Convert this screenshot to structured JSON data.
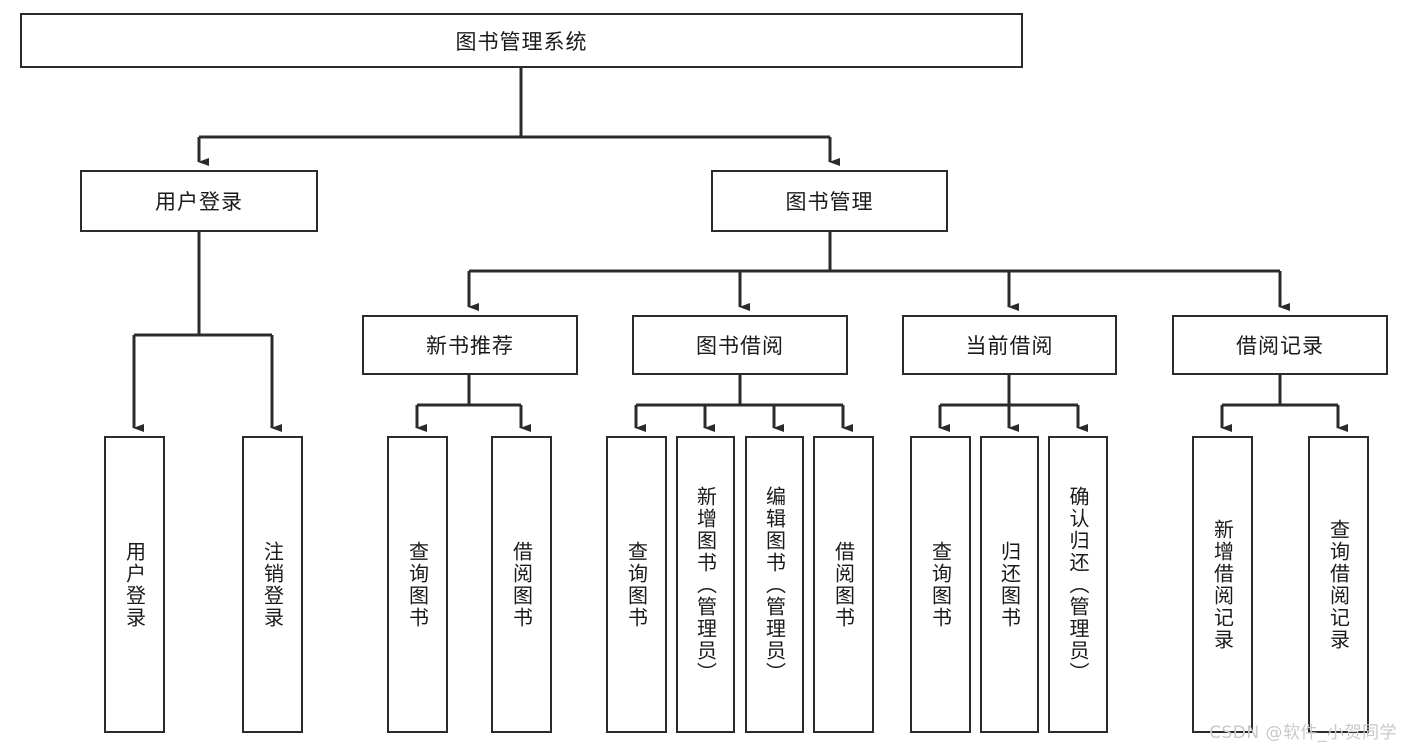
{
  "diagram": {
    "title_label": "图书管理系统",
    "watermark": "CSDN @软件_小贺同学",
    "colors": {
      "box_border": "#2b2b2b",
      "box_fill": "#ffffff",
      "edge": "#2b2b2b",
      "text": "#1a1a1a",
      "watermark": "#c9c9c9",
      "background": "#ffffff"
    },
    "level2": {
      "user_login": "用户登录",
      "book_manage": "图书管理"
    },
    "level3": {
      "new_book_recommend": "新书推荐",
      "book_borrow": "图书借阅",
      "current_borrow": "当前借阅",
      "borrow_record": "借阅记录"
    },
    "leaves": {
      "user_login_1": "用户登录",
      "user_login_2": "注销登录",
      "recommend_1": "查询图书",
      "recommend_2": "借阅图书",
      "borrow_1": "查询图书",
      "borrow_2": "新增图书（管理员）",
      "borrow_3": "编辑图书（管理员）",
      "borrow_4": "借阅图书",
      "current_1": "查询图书",
      "current_2": "归还图书",
      "current_3": "确认归还（管理员）",
      "record_1": "新增借阅记录",
      "record_2": "查询借阅记录"
    }
  }
}
